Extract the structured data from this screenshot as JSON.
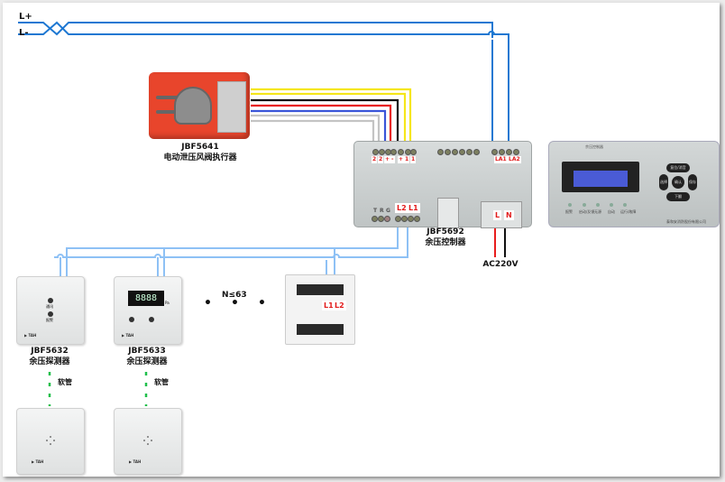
{
  "bus": {
    "l_plus": "L+",
    "l_minus": "L-"
  },
  "actuator": {
    "model": "JBF5641",
    "name": "电动泄压风阀执行器",
    "wire_colors": [
      "#f5e61a",
      "#f5e61a",
      "#111111",
      "#e81e1e",
      "#3a55d9",
      "#bdbdbd",
      "#bdbdbd"
    ]
  },
  "controller": {
    "model": "JBF5692",
    "name": "余压控制器",
    "top_terminal_tags": [
      "2",
      "2",
      "+",
      "-",
      "+",
      "1",
      "1"
    ],
    "bus_tags": [
      "LA1",
      "LA2"
    ],
    "loop_tags": [
      "L2",
      "L1"
    ],
    "power_tags": [
      "L",
      "N"
    ],
    "aux_labels": [
      "T",
      "R",
      "G"
    ],
    "power_label": "AC220V"
  },
  "panel": {
    "title": "余压控制器",
    "keys": [
      "复位/消音",
      "选择",
      "确认",
      "保存",
      "下翻"
    ],
    "leds": [
      "报警",
      "启动/反馈",
      "无源",
      "自动",
      "运行/故障"
    ],
    "maker": "泰和安消防股份有限公司"
  },
  "detectors": [
    {
      "model": "JBF5632",
      "name": "余压探测器",
      "leds": [
        "通讯",
        "报警"
      ],
      "hose_label": "软管"
    },
    {
      "model": "JBF5633",
      "name": "余压探测器",
      "display": "8888",
      "unit": "Pa",
      "hose_label": "软管"
    }
  ],
  "terminal_box": {
    "tags": [
      "L1",
      "L2"
    ]
  },
  "count_note": "N≤63",
  "colors": {
    "bus_blue": "#1e78d2",
    "loop_blue": "#8ec1f5",
    "power_red": "#e81e1e",
    "hose_green": "#1fbf4a",
    "tag_red": "#e21b1b"
  }
}
